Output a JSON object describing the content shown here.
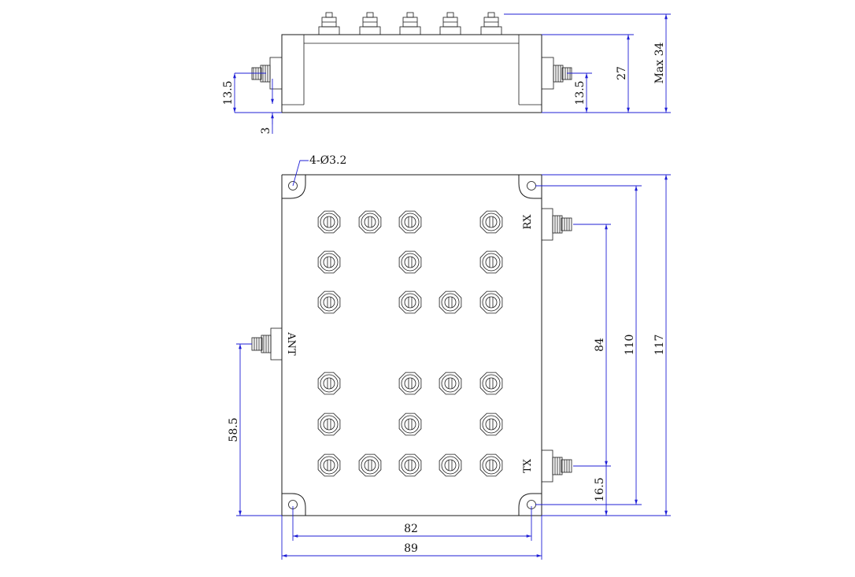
{
  "colors": {
    "outline": "#1a1a1a",
    "dimension_line": "#1f1fd6",
    "background": "#ffffff"
  },
  "side_view": {
    "dimensions": {
      "connector_height_left": "13.5",
      "flange": "3",
      "connector_height_right": "13.5",
      "body_height": "27",
      "max_height": "Max 34"
    }
  },
  "top_view": {
    "hole_callout": "4-Ø3.2",
    "ports": {
      "rx": "RX",
      "tx": "TX",
      "ant": "ANT"
    },
    "dimensions": {
      "width_holes": "82",
      "width_total": "89",
      "rx_tx_spacing": "84",
      "height_holes": "110",
      "height_total": "117",
      "tx_offset": "16.5",
      "ant_offset": "58.5"
    },
    "tuning_screw_rows": [
      [
        1,
        1,
        1,
        0,
        1
      ],
      [
        1,
        0,
        1,
        0,
        1
      ],
      [
        1,
        0,
        1,
        1,
        1
      ],
      [
        1,
        0,
        1,
        1,
        1
      ],
      [
        1,
        0,
        1,
        0,
        1
      ],
      [
        1,
        1,
        1,
        1,
        1
      ]
    ]
  }
}
